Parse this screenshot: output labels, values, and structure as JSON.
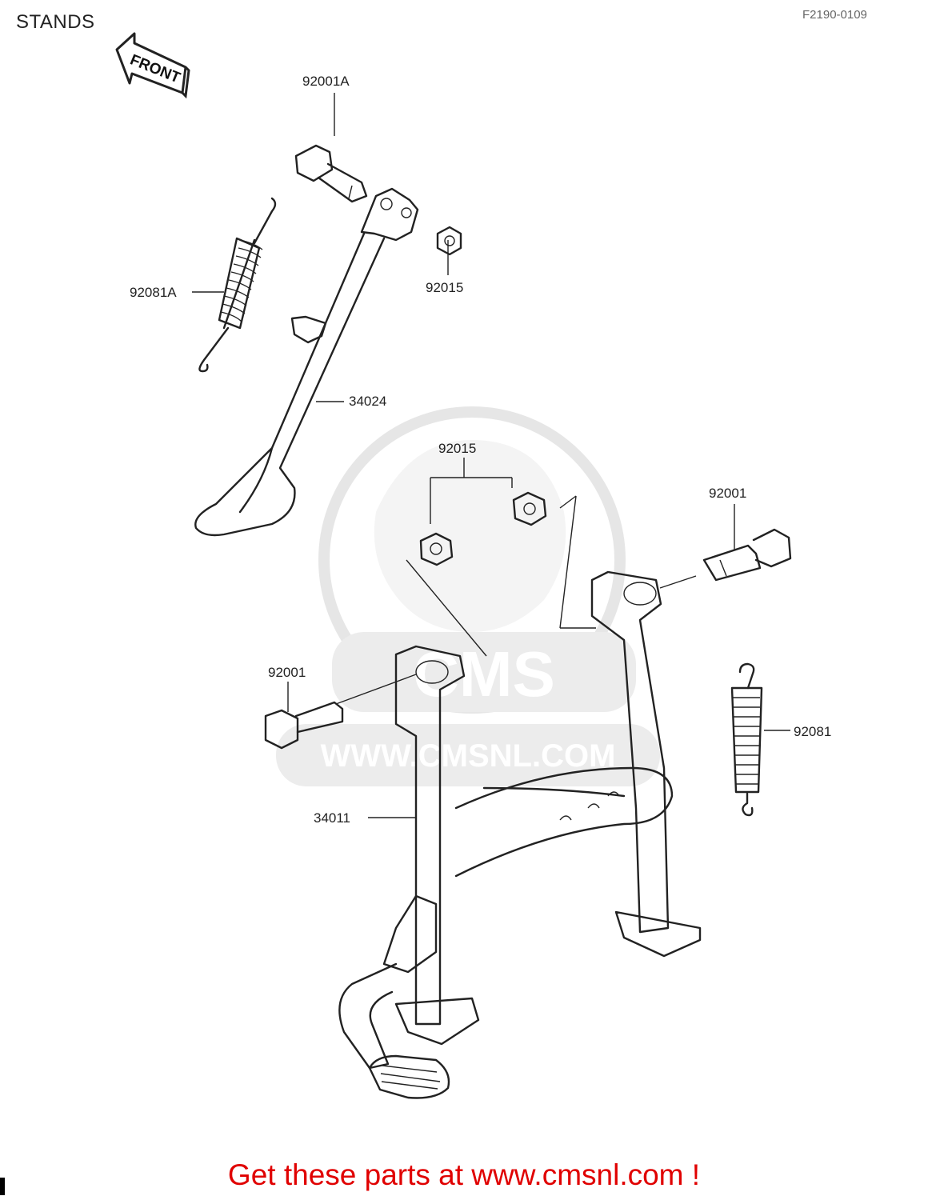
{
  "header": {
    "title": "STANDS",
    "drawing_code": "F2190-0109"
  },
  "direction_arrow": {
    "label": "FRONT"
  },
  "callouts": [
    {
      "id": "c1",
      "text": "92001A"
    },
    {
      "id": "c2",
      "text": "92015"
    },
    {
      "id": "c3",
      "text": "92081A"
    },
    {
      "id": "c4",
      "text": "34024"
    },
    {
      "id": "c5",
      "text": "92015"
    },
    {
      "id": "c6",
      "text": "92001"
    },
    {
      "id": "c7",
      "text": "92001"
    },
    {
      "id": "c8",
      "text": "92081"
    },
    {
      "id": "c9",
      "text": "34011"
    }
  ],
  "watermark": {
    "logo_text": "CMS",
    "url_text": "WWW.CMSNL.COM"
  },
  "footer": {
    "cta": "Get these parts at www.cmsnl.com !"
  }
}
